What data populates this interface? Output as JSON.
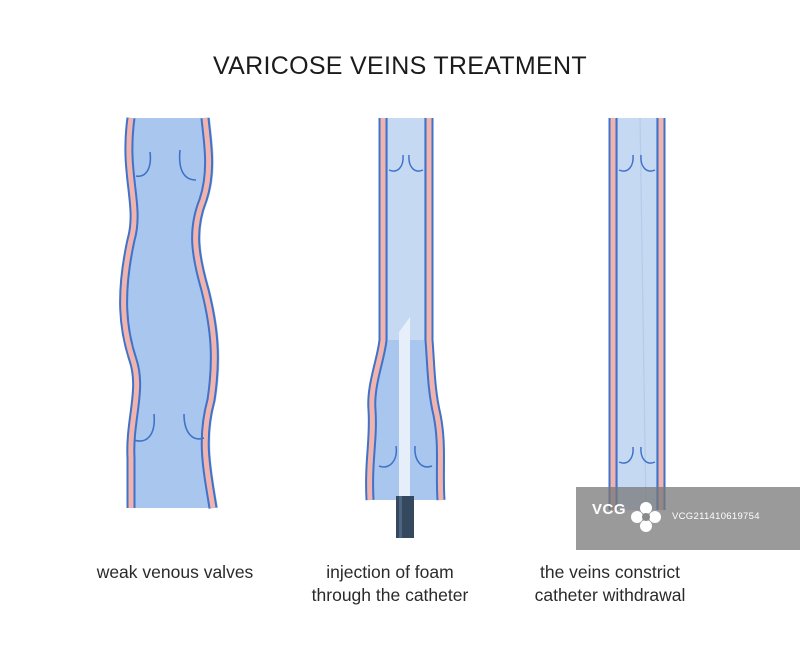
{
  "title": "VARICOSE VEINS TREATMENT",
  "panels": [
    {
      "caption_lines": [
        "weak venous valves"
      ]
    },
    {
      "caption_lines": [
        "injection of foam",
        "through the catheter"
      ]
    },
    {
      "caption_lines": [
        "the veins constrict",
        "catheter withdrawal"
      ]
    }
  ],
  "watermark": {
    "logo": "VCG",
    "id_text": "VCG211410619754"
  },
  "colors": {
    "vein_fill": "#a9c7ee",
    "vein_fill_light": "#c5d9f3",
    "vein_outline": "#3f72c9",
    "vein_wall": "#f0b3ad",
    "catheter": "#34495e",
    "foam": "#e9f0fa"
  }
}
